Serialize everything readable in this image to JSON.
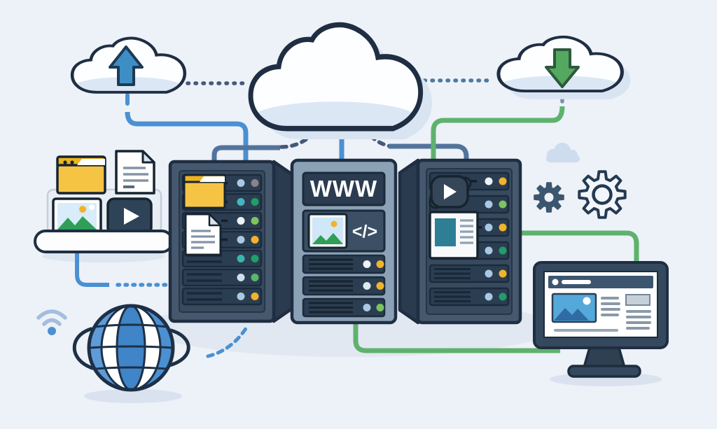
{
  "scene": {
    "description": "Web hosting infrastructure illustration: clouds syncing with server racks that deliver a website to a monitor",
    "labels": {
      "www": "WWW",
      "code": "</>"
    },
    "palette": {
      "background": "#edf1f8",
      "outline_navy": "#1f2e42",
      "accent_blue": "#4a90d2",
      "steel_blue": "#52749c",
      "accent_green": "#5fb26d",
      "folder_yellow": "#f6c445",
      "server_body": "#46586e",
      "server_light_body": "#8ba1b5",
      "slot_dark": "#2b3d51",
      "monitor_navy": "#34495e",
      "teal": "#2e7f96",
      "shadow": "#d7e0eb"
    },
    "icons": [
      "cloud-icon",
      "upload-arrow-icon",
      "download-arrow-icon",
      "folder-icon",
      "document-icon",
      "image-icon",
      "video-play-icon",
      "www-label",
      "code-icon",
      "server-rack",
      "led-indicator",
      "gear-icon",
      "globe-icon",
      "wifi-icon",
      "monitor-icon",
      "shelf-icon"
    ],
    "connections": [
      "upload-cloud-to-left-server",
      "left-server-to-main-cloud-dashed",
      "main-cloud-to-center-server",
      "main-cloud-to-right-server-dashed",
      "download-cloud-to-right-server",
      "right-server-to-monitor",
      "center-server-to-monitor",
      "shelf-to-left-server-dotted",
      "globe-to-left-server-dashed",
      "cloud-to-cloud-dotted"
    ],
    "servers": {
      "left": {
        "leds": [
          [
            "#a9c9e2",
            "#8d8289"
          ],
          [
            "#45b5c0",
            "#1f9e66"
          ],
          [
            "#eef3f7",
            "#7cc45e"
          ],
          [
            "#a9c9e2",
            "#f1b32b"
          ],
          [
            "#3ab5ad",
            "#1f9e66"
          ],
          [
            "#cfe0ed",
            "#5cb66d"
          ],
          [
            "#a9c9e2",
            "#f1b32b"
          ]
        ]
      },
      "middle": {
        "leds": [
          [
            "#eef3f7",
            "#f1b32b"
          ],
          [
            "#dfe9f2",
            "#f1b32b"
          ],
          [
            "#a9c9e2",
            "#7cc45e"
          ]
        ]
      },
      "right": {
        "leds": [
          [
            "#eef3f7",
            "#f1b32b"
          ],
          [
            "#a9c9e2",
            "#7cc45e"
          ],
          [
            "#a9c9e2",
            "#f1b32b"
          ],
          [
            "#a9c9e2",
            "#1f9e66"
          ],
          [
            "#a9c9e2",
            "#f1b32b"
          ],
          [
            "#a9c9e2",
            "#1f9e66"
          ]
        ]
      }
    }
  }
}
